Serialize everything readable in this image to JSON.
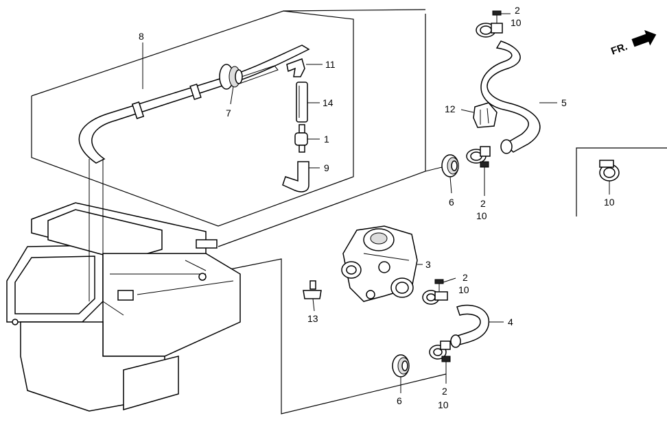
{
  "direction": {
    "label": "FR."
  },
  "callouts": {
    "c8": "8",
    "c11": "11",
    "c7": "7",
    "c14": "14",
    "c1": "1",
    "c9": "9",
    "c2_top": "2",
    "c10_top": "10",
    "c5": "5",
    "c12": "12",
    "c6_mid": "6",
    "c2_mid": "2",
    "c10_mid": "10",
    "c10_inset": "10",
    "c3": "3",
    "c2_low": "2",
    "c10_low": "10",
    "c13": "13",
    "c4": "4",
    "c6_low": "6",
    "c2_bot": "2",
    "c10_bot": "10"
  }
}
